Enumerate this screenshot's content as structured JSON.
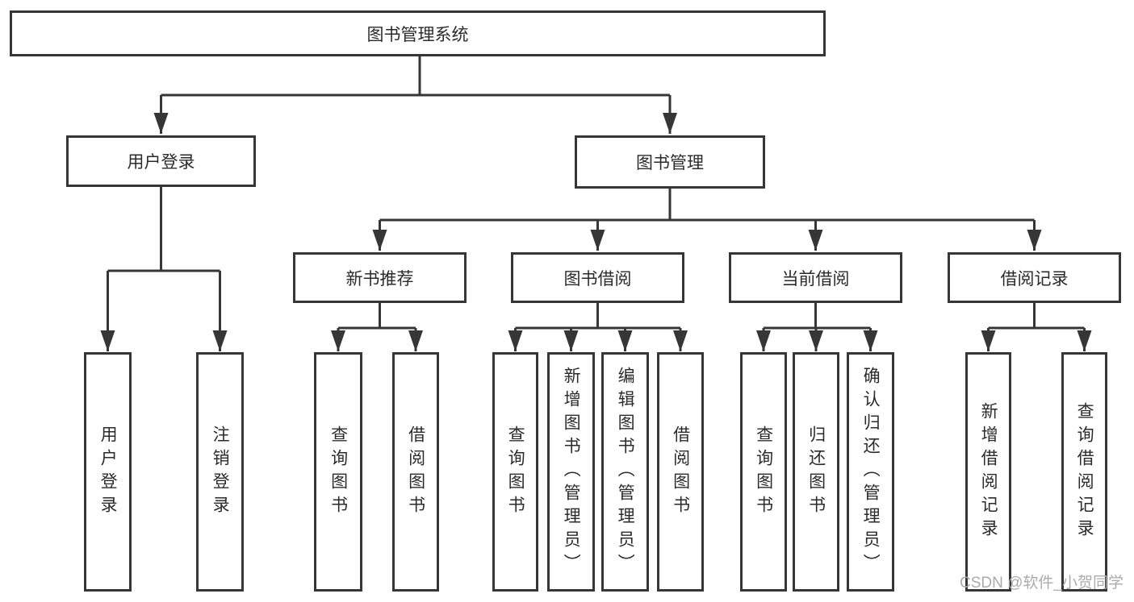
{
  "tree": {
    "label": "图书管理系统",
    "children": [
      {
        "label": "用户登录",
        "children": [
          {
            "label": "用户登录"
          },
          {
            "label": "注销登录"
          }
        ]
      },
      {
        "label": "图书管理",
        "children": [
          {
            "label": "新书推荐",
            "children": [
              {
                "label": "查询图书"
              },
              {
                "label": "借阅图书"
              }
            ]
          },
          {
            "label": "图书借阅",
            "children": [
              {
                "label": "查询图书"
              },
              {
                "label": "新增图书（管理员）"
              },
              {
                "label": "编辑图书（管理员）"
              },
              {
                "label": "借阅图书"
              }
            ]
          },
          {
            "label": "当前借阅",
            "children": [
              {
                "label": "查询图书"
              },
              {
                "label": "归还图书"
              },
              {
                "label": "确认归还（管理员）"
              }
            ]
          },
          {
            "label": "借阅记录",
            "children": [
              {
                "label": "新增借阅记录"
              },
              {
                "label": "查询借阅记录"
              }
            ]
          }
        ]
      }
    ]
  },
  "watermark": {
    "text": "CSDN @软件_小贺同学"
  },
  "colors": {
    "line": "#363636",
    "text": "#2b2b2b",
    "watermark": "#ababab",
    "background": "#ffffff"
  }
}
